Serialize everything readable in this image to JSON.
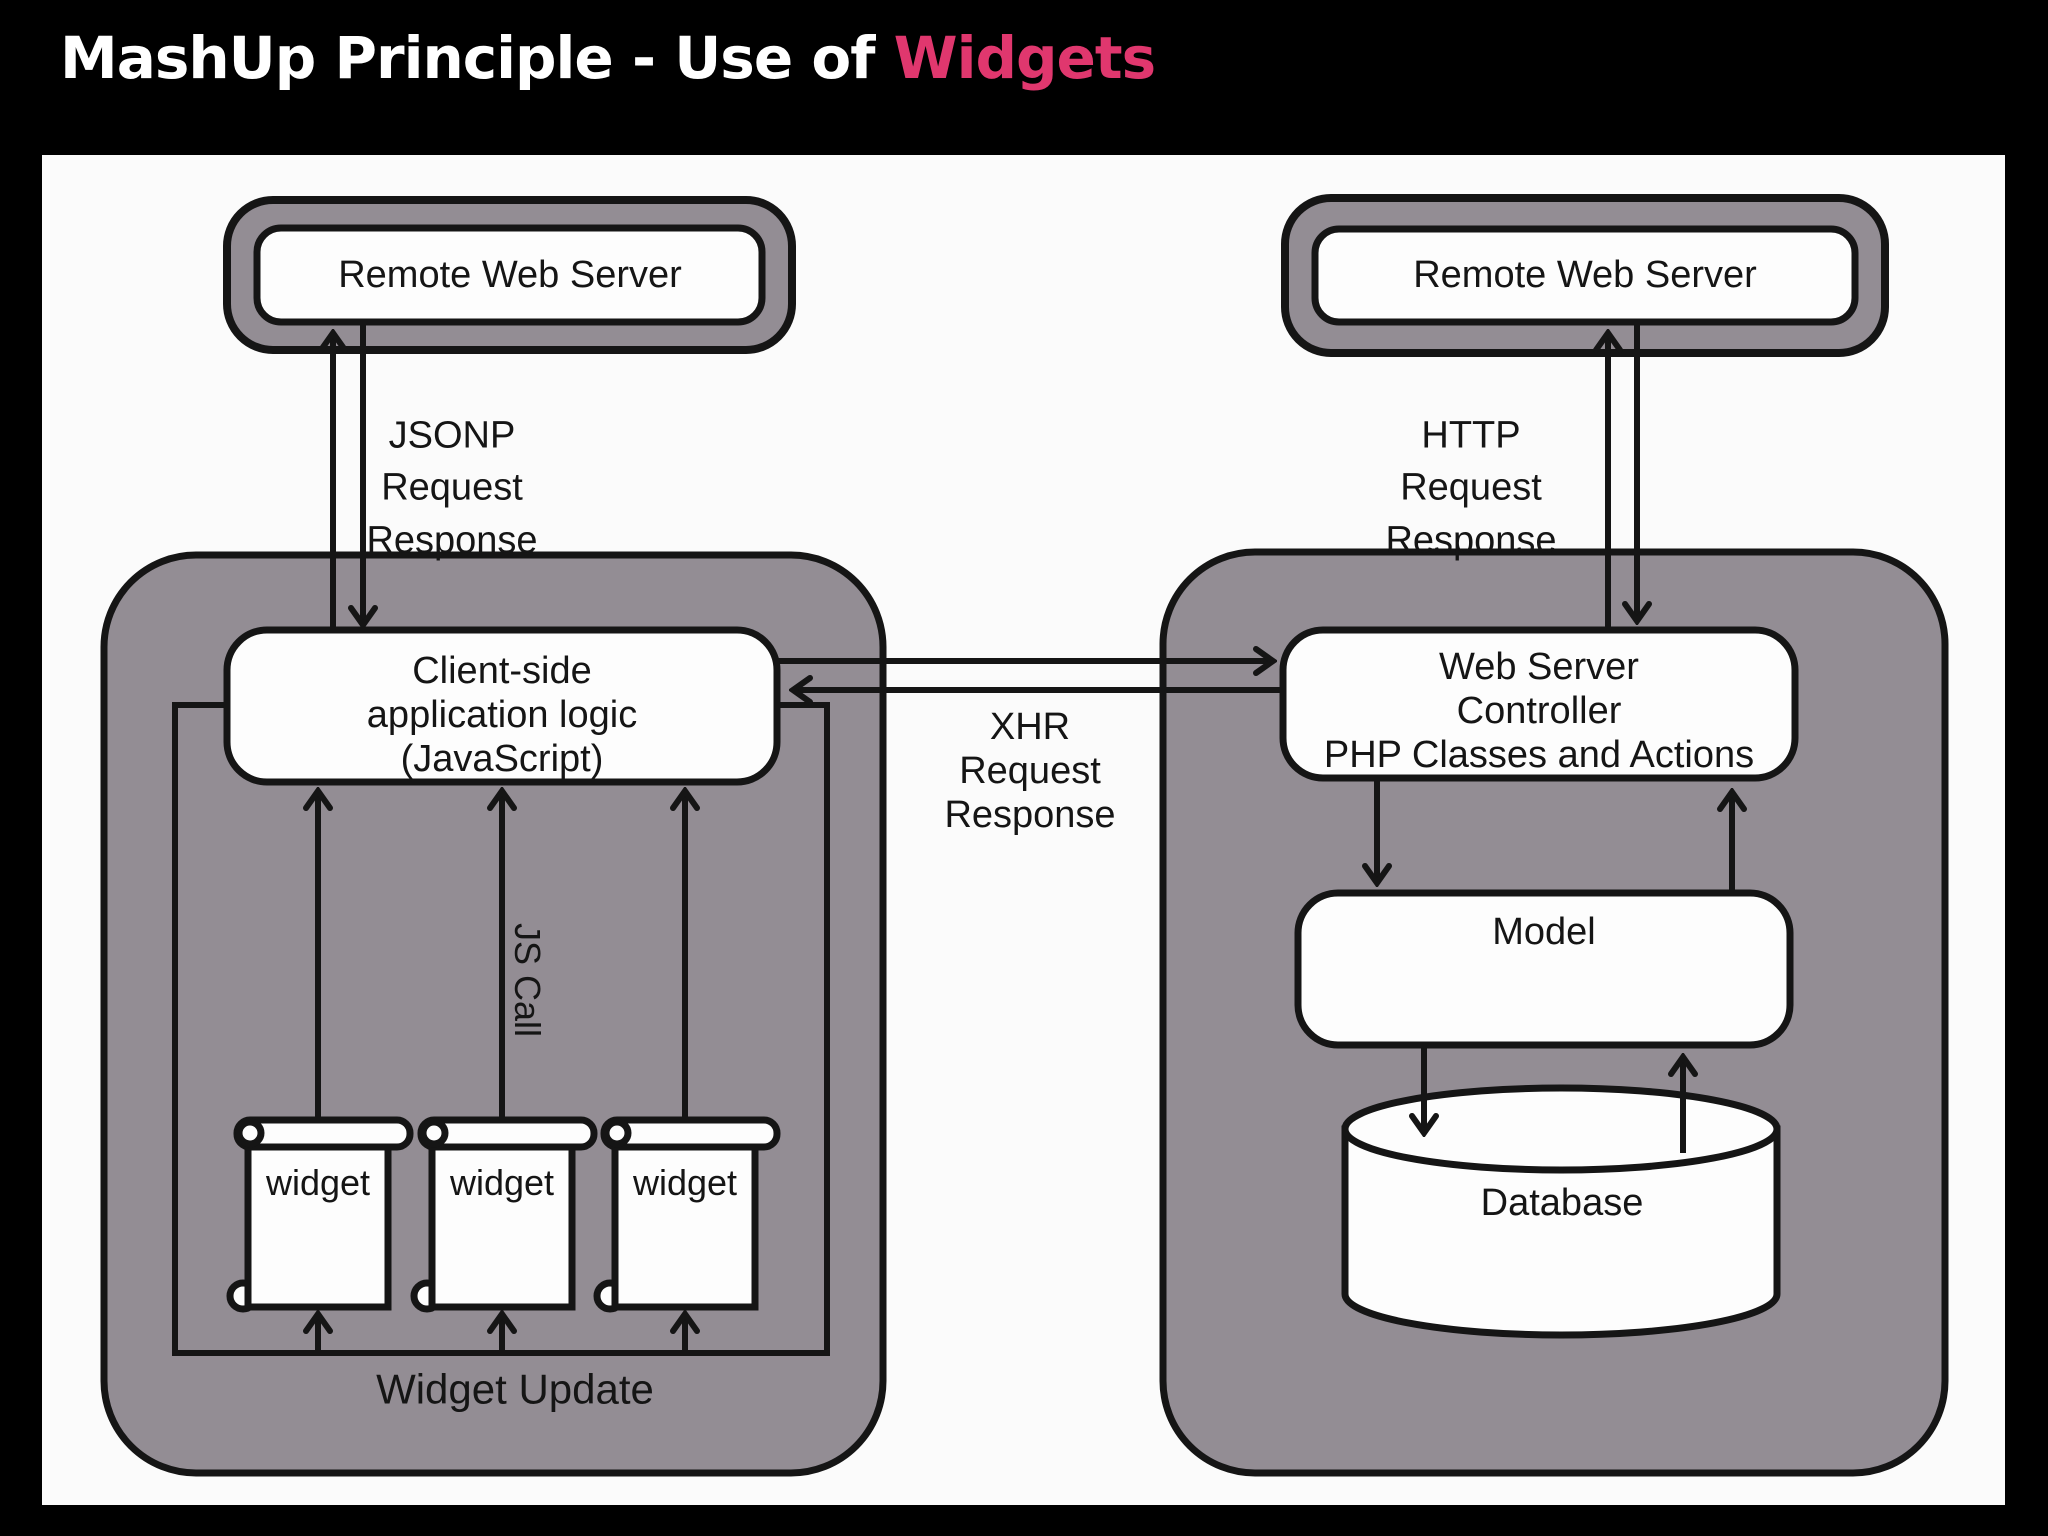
{
  "title": {
    "prefix": "MashUp Principle - Use of ",
    "highlight": "Widgets"
  },
  "colors": {
    "bg": "#000000",
    "panel": "#fbfbfb",
    "gray": "#938d94",
    "line": "#151515",
    "pink": "#e0376e",
    "box": "#fdfdfd"
  },
  "left": {
    "server_label": "Remote Web Server",
    "jsonp_label": [
      "JSONP",
      "Request",
      "Response"
    ],
    "client_label": [
      "Client-side",
      "application logic",
      "(JavaScript)"
    ],
    "js_call_label": "JS Call",
    "widget_labels": [
      "widget",
      "widget",
      "widget"
    ],
    "widget_update_label": "Widget Update"
  },
  "center": {
    "xhr_label": [
      "XHR",
      "Request",
      "Response"
    ]
  },
  "right": {
    "server_label": "Remote Web Server",
    "http_label": [
      "HTTP",
      "Request",
      "Response"
    ],
    "controller_label": [
      "Web Server",
      "Controller",
      "PHP Classes and Actions"
    ],
    "model_label": "Model",
    "database_label": "Database"
  }
}
